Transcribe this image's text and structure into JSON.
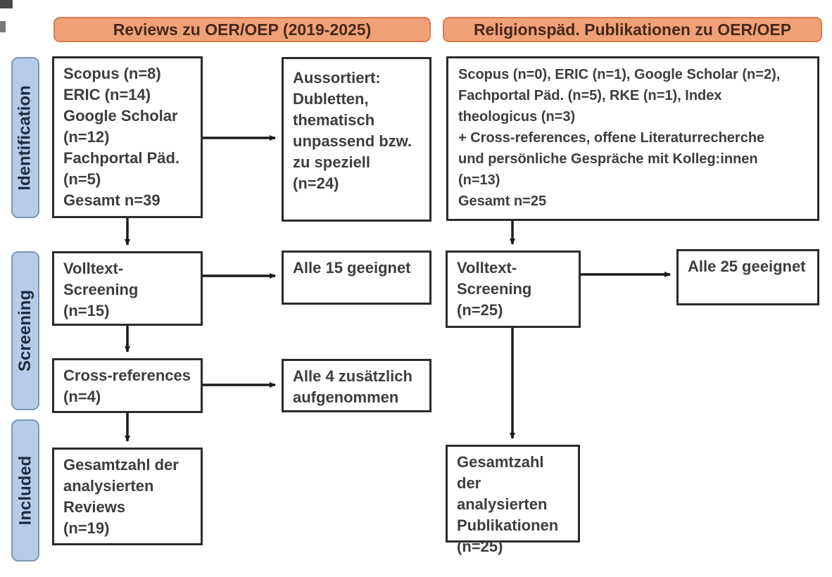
{
  "headers": {
    "reviews": "Reviews zu OER/OEP (2019-2025)",
    "religionspaed": "Religionspäd. Publikationen zu OER/OEP"
  },
  "stages": {
    "identification": "Identification",
    "screening": "Screening",
    "included": "Included"
  },
  "reviews_column": {
    "sources": "Scopus (n=8)\nERIC (n=14)\nGoogle Scholar\n(n=12)\nFachportal Päd.\n(n=5)\nGesamt n=39",
    "excluded": "Aussortiert:\nDubletten,\nthematisch\nunpassend bzw.\nzu speziell\n(n=24)",
    "fulltext_screening": "Volltext-\nScreening\n(n=15)",
    "eligible": "Alle 15 geeignet",
    "cross_references": "Cross-references\n(n=4)",
    "added": "Alle 4 zusätzlich\naufgenommen",
    "total": "Gesamtzahl der\nanalysierten\nReviews\n(n=19)"
  },
  "religionspaed_column": {
    "sources": "Scopus (n=0), ERIC (n=1), Google Scholar (n=2),\nFachportal Päd. (n=5), RKE (n=1), Index\ntheologicus (n=3)\n+ Cross-references, offene Literaturrecherche\nund persönliche Gespräche mit Kolleg:innen\n(n=13)\nGesamt n=25",
    "fulltext_screening": "Volltext-\nScreening\n(n=25)",
    "eligible": "Alle 25 geeignet",
    "total": "Gesamtzahl der\nanalysierten\nPublikationen\n(n=25)"
  },
  "colors": {
    "header_fill": "#f1a178",
    "header_border": "#d97c50",
    "header_text": "#46281a",
    "stage_fill": "#b6cce8",
    "stage_border": "#7e97b8",
    "stage_text": "#1e2c3e",
    "box_border": "#2b2b2b",
    "box_text": "#3d3d3d",
    "arrow": "#1a1a1a",
    "bg": "#ffffff"
  }
}
